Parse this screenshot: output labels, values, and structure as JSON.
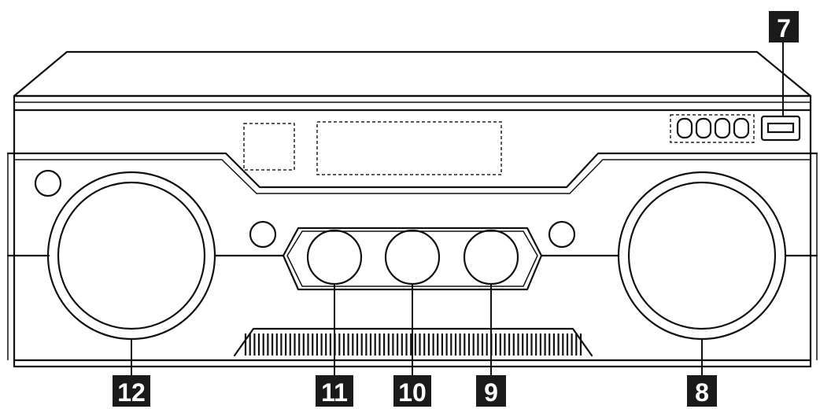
{
  "callouts": {
    "usb_port": "7",
    "right_speaker": "8",
    "knob_right": "9",
    "knob_middle": "10",
    "knob_left": "11",
    "left_speaker": "12"
  },
  "colors": {
    "line": "#111111",
    "callout_bg": "#1a1a1a",
    "callout_text": "#ffffff",
    "background": "#ffffff"
  },
  "grille_slot_count": 76
}
